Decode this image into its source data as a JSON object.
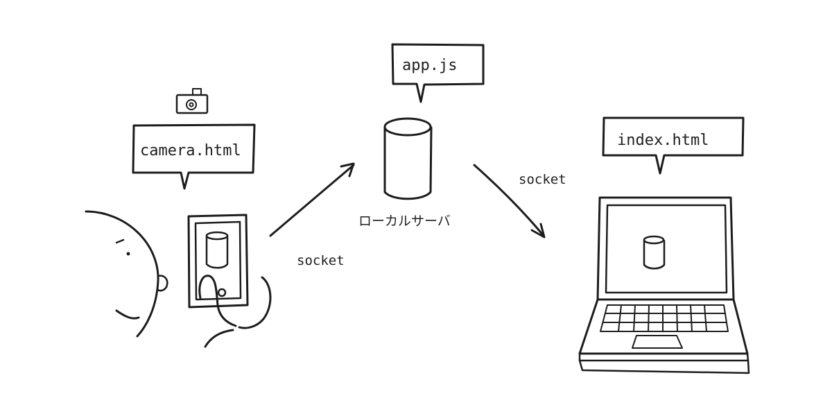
{
  "labels": {
    "camera_file": "camera.html",
    "server_file": "app.js",
    "viewer_file": "index.html",
    "server_caption": "ローカルサーバ",
    "socket_left": "socket",
    "socket_right": "socket"
  }
}
